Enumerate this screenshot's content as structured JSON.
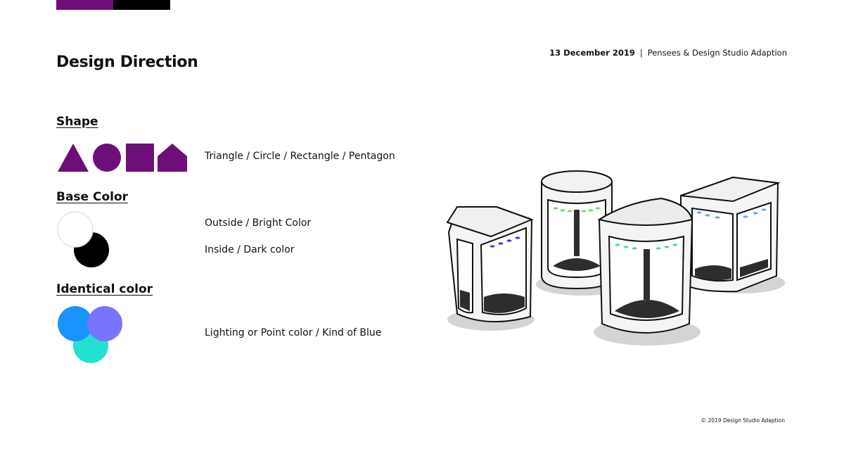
{
  "header": {
    "title": "Design Direction",
    "date": "13 December 2019",
    "separator": "|",
    "project": "Pensees & Design Studio Adaption"
  },
  "colors": {
    "accent_purple": "#6e0e78",
    "black": "#000000",
    "bright_blue": "#1b93fd",
    "violet_blue": "#7874fb",
    "mint": "#22e2cf"
  },
  "sections": {
    "shape": {
      "heading": "Shape",
      "description": "Triangle / Circle / Rectangle / Pentagon",
      "icons": [
        "triangle-icon",
        "circle-icon",
        "rectangle-icon",
        "pentagon-icon"
      ]
    },
    "base_color": {
      "heading": "Base Color",
      "descriptions": [
        "Outside / Bright Color",
        "Inside / Dark color"
      ]
    },
    "identical_color": {
      "heading": "Identical color",
      "description": "Lighting or Point color / Kind of Blue"
    }
  },
  "footer": {
    "copyright": "© 2019 Design Studio Adaption"
  }
}
